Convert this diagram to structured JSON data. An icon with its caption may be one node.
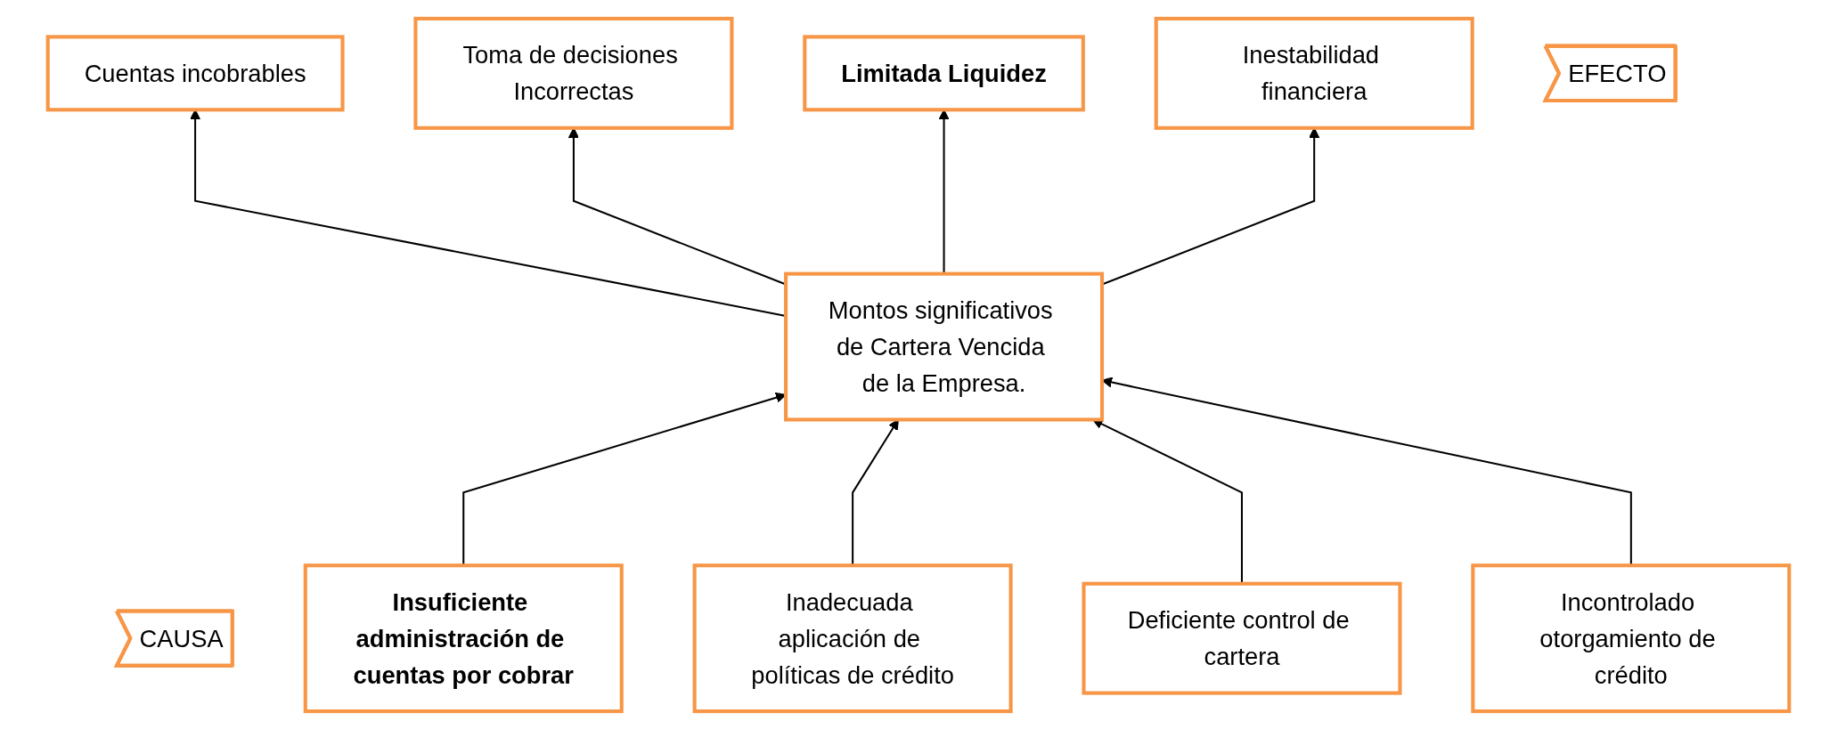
{
  "diagram": {
    "nodes": [
      {
        "text": [
          "EFECTO"
        ]
      },
      {
        "text": [
          "Cuentas incobrables"
        ]
      },
      {
        "text": [
          "Toma de decisiones Incorrectas"
        ]
      },
      {
        "text": [
          "Limitada Liquidez"
        ]
      },
      {
        "text": [
          "Inestabilidad financiera"
        ]
      },
      {
        "text": [
          "Montos significativos de Cartera Vencida de la Empresa."
        ]
      },
      {
        "text": [
          "CAUSA"
        ]
      },
      {
        "text": [
          "Insuficiente administración de cuentas por cobrar"
        ]
      },
      {
        "text": [
          "Inadecuada aplicación de políticas de crédito"
        ]
      },
      {
        "text": [
          "Deficiente control de cartera"
        ]
      },
      {
        "text": [
          "Incontrolado otorgamiento de crédito"
        ]
      }
    ],
    "edges": [
      {
        "from": 5,
        "to": 1,
        "arrow": "to"
      },
      {
        "from": 5,
        "to": 2,
        "arrow": "to"
      },
      {
        "from": 5,
        "to": 3,
        "arrow": "to"
      },
      {
        "from": 5,
        "to": 4,
        "arrow": "to"
      },
      {
        "from": 7,
        "to": 5,
        "arrow": "to"
      },
      {
        "from": 8,
        "to": 5,
        "arrow": "to"
      },
      {
        "from": 9,
        "to": 5,
        "arrow": "to"
      },
      {
        "from": 10,
        "to": 5,
        "arrow": "to"
      }
    ]
  }
}
